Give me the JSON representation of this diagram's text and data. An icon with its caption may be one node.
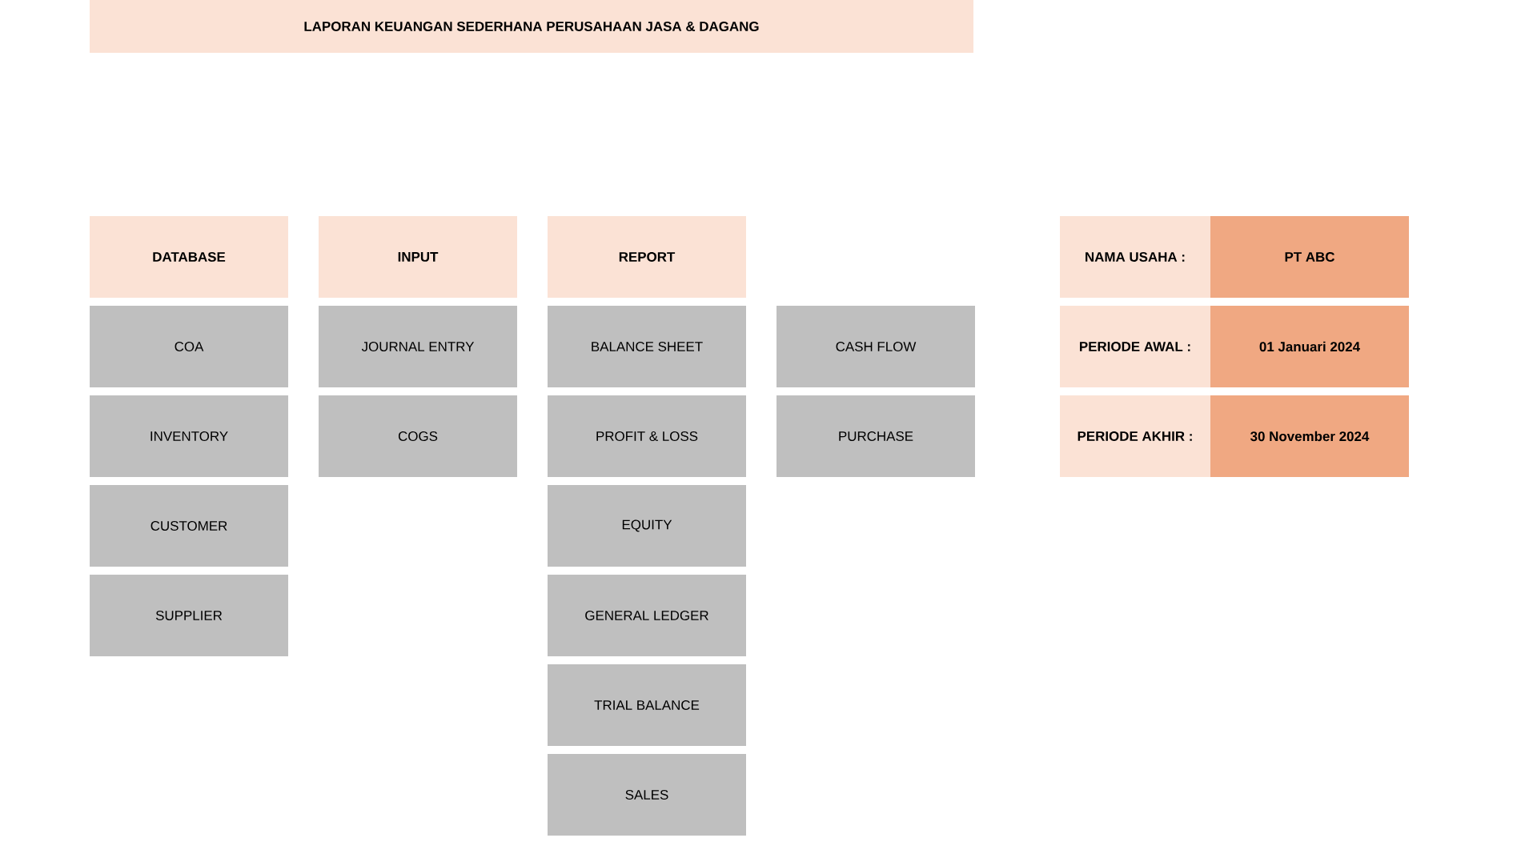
{
  "diagram": {
    "nodes": [
      {
        "text": [
          "LAPORAN KEUANGAN SEDERHANA PERUSAHAAN JASA & DAGANG"
        ]
      },
      {
        "text": [
          "DATABASE"
        ]
      },
      {
        "text": [
          "COA"
        ]
      },
      {
        "text": [
          "INVENTORY"
        ]
      },
      {
        "text": [
          "CUSTOMER"
        ]
      },
      {
        "text": [
          "SUPPLIER"
        ]
      },
      {
        "text": [
          "INPUT"
        ]
      },
      {
        "text": [
          "JOURNAL ENTRY"
        ]
      },
      {
        "text": [
          "COGS"
        ]
      },
      {
        "text": [
          "REPORT"
        ]
      },
      {
        "text": [
          "BALANCE SHEET"
        ]
      },
      {
        "text": [
          "PROFIT & LOSS"
        ]
      },
      {
        "text": [
          "EQUITY"
        ]
      },
      {
        "text": [
          "GENERAL LEDGER"
        ]
      },
      {
        "text": [
          "TRIAL BALANCE"
        ]
      },
      {
        "text": [
          "SALES"
        ]
      },
      {
        "text": [
          "CASH FLOW"
        ]
      },
      {
        "text": [
          "PURCHASE"
        ]
      },
      {
        "text": [
          "NAMA USAHA :"
        ]
      },
      {
        "text": [
          "PT ABC"
        ]
      },
      {
        "text": [
          "PERIODE AWAL :"
        ]
      },
      {
        "text": [
          "01 Januari 2024"
        ]
      },
      {
        "text": [
          "PERIODE AKHIR :"
        ]
      },
      {
        "text": [
          "30 November 2024"
        ]
      }
    ]
  }
}
